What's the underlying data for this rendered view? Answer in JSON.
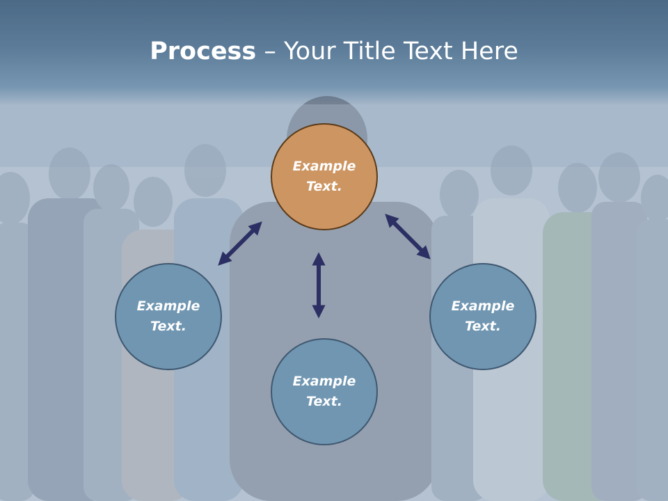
{
  "slide": {
    "title_bold": "Process",
    "title_rest": " – Your Title Text Here"
  },
  "nodes": {
    "top": "Example Text.",
    "left": "Example Text.",
    "bottom": "Example Text.",
    "right": "Example Text."
  },
  "colors": {
    "header": "#4c6a86",
    "accent_node": "#cd9562",
    "node": "#7096b1",
    "arrow": "#2b2f63"
  }
}
